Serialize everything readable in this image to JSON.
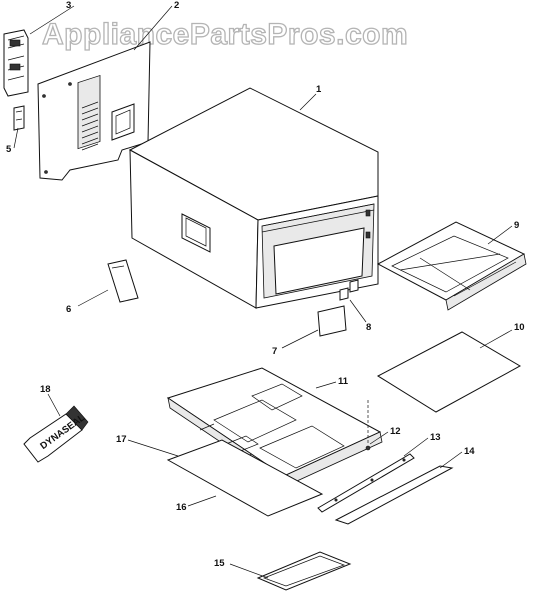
{
  "watermark": "AppliancePartsPros.com",
  "callouts": {
    "p1": "1",
    "p2": "2",
    "p3": "3",
    "p5": "5",
    "p6": "6",
    "p7": "7",
    "p8": "8",
    "p9": "9",
    "p10": "10",
    "p11": "11",
    "p12": "12",
    "p13": "13",
    "p14": "14",
    "p15": "15",
    "p16": "16",
    "p17": "17",
    "p18": "18"
  },
  "tube_label": "DYNASEAL"
}
